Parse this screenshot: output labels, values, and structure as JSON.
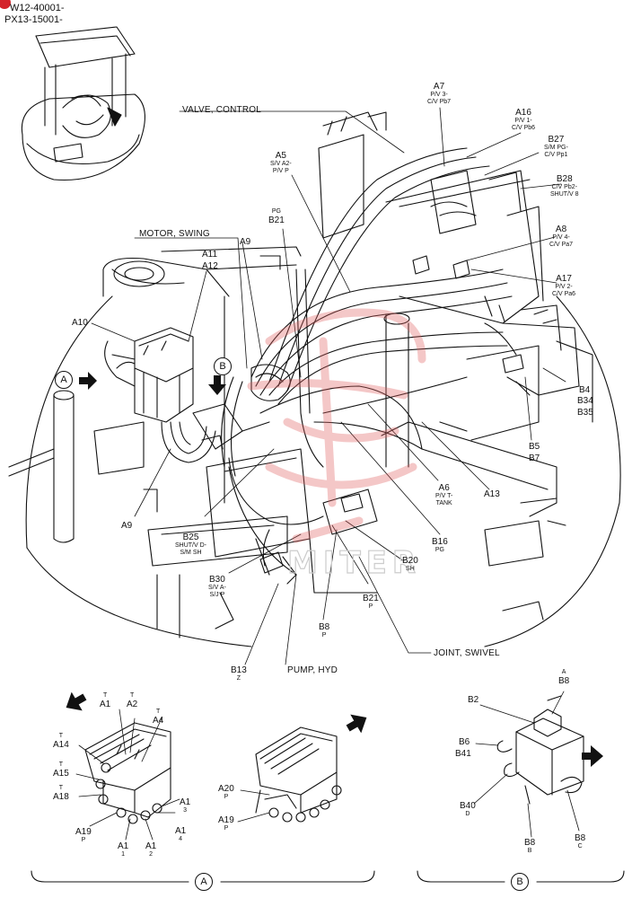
{
  "header": {
    "serial_line_1": "W12-40001-",
    "serial_line_2": "PX13-15001-"
  },
  "titles": {
    "valve_control": "VALVE, CONTROL",
    "motor_swing": "MOTOR, SWING",
    "pump_hyd": "PUMP, HYD",
    "joint_swivel": "JOINT, SWIVEL"
  },
  "view_markers": {
    "a": "A",
    "b": "B"
  },
  "watermark": "MITER",
  "labels": {
    "a7": {
      "code": "A7",
      "sub": "P/V 3-\nC/V Pb7"
    },
    "a16": {
      "code": "A16",
      "sub": "P/V 1-\nC/V Pb6"
    },
    "b27": {
      "code": "B27",
      "sub": "S/M PG-\nC/V Pp1"
    },
    "b28": {
      "code": "B28",
      "sub": "C/V Pb2-\nSHUT/V 8"
    },
    "a5": {
      "code": "A5",
      "sub": "S/V A2-\nP/V P"
    },
    "b21_top": {
      "sup": "PG",
      "code": "B21"
    },
    "a8": {
      "code": "A8",
      "sub": "P/V 4-\nC/V Pa7"
    },
    "a17": {
      "code": "A17",
      "sub": "P/V 2-\nC/V Pa6"
    },
    "a9_top": {
      "code": "A9"
    },
    "a11": {
      "code": "A11"
    },
    "a12": {
      "code": "A12"
    },
    "a10": {
      "code": "A10"
    },
    "b4": {
      "code": "B4"
    },
    "b34": {
      "code": "B34"
    },
    "b35": {
      "code": "B35"
    },
    "b5": {
      "code": "B5"
    },
    "b7": {
      "code": "B7"
    },
    "a6": {
      "code": "A6",
      "sub": "P/V T-\nTANK"
    },
    "a13": {
      "code": "A13"
    },
    "b16": {
      "code": "B16",
      "sub": "PG"
    },
    "b20": {
      "code": "B20",
      "sub": "SH"
    },
    "b21_bottom": {
      "code": "B21",
      "sub": "P"
    },
    "b25": {
      "code": "B25",
      "sub": "SHUT/V D-\nS/M SH"
    },
    "a9_bottom": {
      "code": "A9"
    },
    "b30": {
      "code": "B30",
      "sub": "S/V A-\nS/J P"
    },
    "b8_center": {
      "code": "B8",
      "sub": "P"
    },
    "b13": {
      "code": "B13",
      "sub": "Z"
    }
  },
  "view_a_labels": {
    "a1_t": {
      "sup": "T",
      "code": "A1"
    },
    "a2_t": {
      "sup": "T",
      "code": "A2"
    },
    "a4_t": {
      "sup": "T",
      "code": "A4"
    },
    "a14_t": {
      "sup": "T",
      "code": "A14"
    },
    "a15_t": {
      "sup": "T",
      "code": "A15"
    },
    "a18_t": {
      "sup": "T",
      "code": "A18"
    },
    "a1_3": {
      "code": "A1",
      "sub": "3"
    },
    "a1_4": {
      "code": "A1",
      "sub": "4"
    },
    "a19_p_left": {
      "code": "A19",
      "sub": "P"
    },
    "a1_1": {
      "code": "A1",
      "sub": "1"
    },
    "a1_2": {
      "code": "A1",
      "sub": "2"
    },
    "a20_p": {
      "code": "A20",
      "sub": "P"
    },
    "a19_p_right": {
      "code": "A19",
      "sub": "P"
    }
  },
  "view_b_labels": {
    "b8_a": {
      "sup": "A",
      "code": "B8"
    },
    "b2": {
      "code": "B2"
    },
    "b6": {
      "code": "B6"
    },
    "b41": {
      "code": "B41"
    },
    "b40_d": {
      "code": "B40",
      "sub": "D"
    },
    "b8_b": {
      "code": "B8",
      "sub": "B"
    },
    "b8_c": {
      "code": "B8",
      "sub": "C"
    }
  },
  "colors": {
    "line": "#111111",
    "watermark": "#e06060",
    "badge": "#d4232b"
  }
}
